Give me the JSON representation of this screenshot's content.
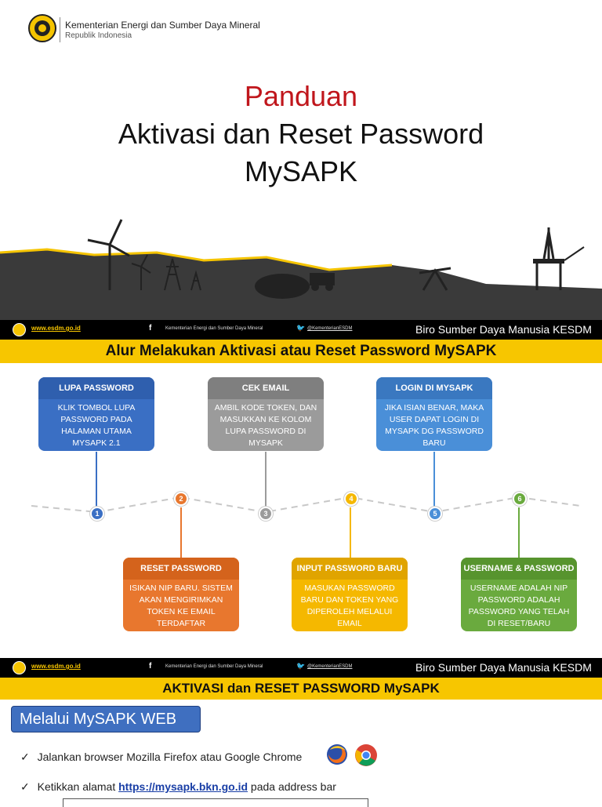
{
  "header": {
    "ministry": "Kementerian Energi dan Sumber Daya Mineral",
    "republic": "Republik Indonesia"
  },
  "title": {
    "line1": "Panduan",
    "line2": "Aktivasi dan Reset Password",
    "line3": "MySAPK"
  },
  "footer": {
    "website": "www.esdm.go.id",
    "facebook": "Kementerian Energi dan Sumber Daya Mineral",
    "twitter": "@KementerianESDM",
    "biro": "Biro Sumber Daya Manusia KESDM"
  },
  "flow": {
    "heading": "Alur Melakukan Aktivasi atau Reset Password MySAPK",
    "steps": [
      {
        "num": "1",
        "title": "LUPA PASSWORD",
        "text": "KLIK TOMBOL LUPA PASSWORD PADA HALAMAN UTAMA MYSAPK 2.1",
        "color": "#3a6fc4"
      },
      {
        "num": "2",
        "title": "RESET PASSWORD",
        "text": "ISIKAN NIP BARU. SISTEM AKAN MENGIRIMKAN TOKEN KE EMAIL TERDAFTAR",
        "color": "#e8772e"
      },
      {
        "num": "3",
        "title": "CEK EMAIL",
        "text": "AMBIL KODE TOKEN, DAN MASUKKAN KE KOLOM LUPA PASSWORD DI MYSAPK",
        "color": "#9b9b9b"
      },
      {
        "num": "4",
        "title": "INPUT PASSWORD BARU",
        "text": "MASUKAN PASSWORD BARU DAN TOKEN YANG DIPEROLEH MELALUI EMAIL",
        "color": "#f5b800"
      },
      {
        "num": "5",
        "title": "LOGIN DI MYSAPK",
        "text": "JIKA ISIAN BENAR, MAKA USER DAPAT LOGIN DI MYSAPK DG PASSWORD BARU",
        "color": "#4a8fd8"
      },
      {
        "num": "6",
        "title": "USERNAME & PASSWORD",
        "text": "USERNAME ADALAH NIP PASSWORD ADALAH PASSWORD YANG TELAH DI RESET/BARU",
        "color": "#6aaa3e"
      }
    ]
  },
  "section2": {
    "heading": "AKTIVASI dan RESET PASSWORD MySAPK",
    "method": "Melalui MySAPK WEB",
    "bullet1": "Jalankan browser Mozilla Firefox atau Google Chrome",
    "bullet2_pre": "Ketikkan alamat ",
    "bullet2_link": "https://mysapk.bkn.go.id",
    "bullet2_post": " pada address bar",
    "check": "✓"
  }
}
